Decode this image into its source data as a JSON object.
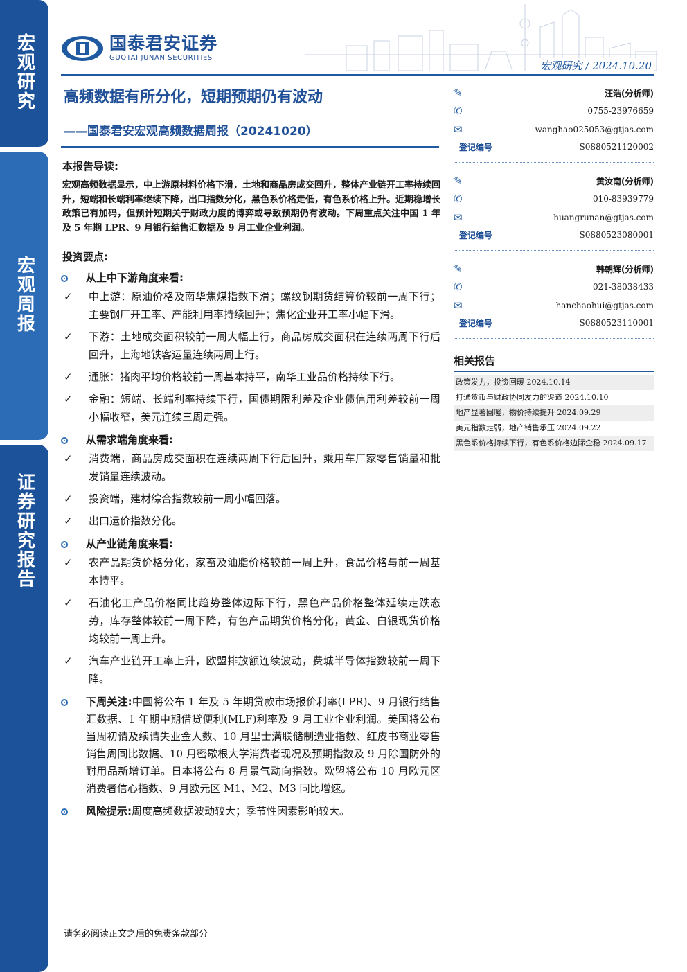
{
  "sidebar": {
    "tab1": "宏观研究",
    "tab2": "宏观周报",
    "tab3": "证券研究报告"
  },
  "header": {
    "logo_cn": "国泰君安证券",
    "logo_en": "GUOTAI JUNAN SECURITIES",
    "category": "宏观研究",
    "date": "2024.10.20",
    "tag": "宏观研究 / 2024.10.20"
  },
  "report": {
    "title": "高频数据有所分化，短期预期仍有波动",
    "subtitle": "——国泰君安宏观高频数据周报（20241020）"
  },
  "intro": {
    "heading": "本报告导读:",
    "text": "宏观高频数据显示，中上游原材料价格下滑，土地和商品房成交回升，整体产业链开工率持续回升，短端和长端利率继续下降，出口指数分化，黑色系价格走低，有色系价格上升。近期稳增长政策已有加码，但预计短期关于财政力度的博弈或导致预期仍有波动。下周重点关注中国 1 年及 5 年期 LPR、9 月银行结售汇数据及 9 月工业企业利润。"
  },
  "keypoints": {
    "heading": "投资要点:",
    "sections": [
      {
        "title": "从上中下游角度来看:",
        "items": [
          "中上游：原油价格及南华焦煤指数下滑；螺纹钢期货结算价较前一周下行；主要钢厂开工率、产能利用率持续回升；焦化企业开工率小幅下滑。",
          "下游：土地成交面积较前一周大幅上行，商品房成交面积在连续两周下行后回升，上海地铁客运量连续两周上行。",
          "通胀：猪肉平均价格较前一周基本持平，南华工业品价格持续下行。",
          "金融：短端、长端利率持续下行，国债期限利差及企业债信用利差较前一周小幅收窄，美元连续三周走强。"
        ]
      },
      {
        "title": "从需求端角度来看:",
        "items": [
          "消费端，商品房成交面积在连续两周下行后回升，乘用车厂家零售销量和批发销量连续波动。",
          "投资端，建材综合指数较前一周小幅回落。",
          "出口运价指数分化。"
        ]
      },
      {
        "title": "从产业链角度来看:",
        "items": [
          "农产品期货价格分化，家畜及油脂价格较前一周上升，食品价格与前一周基本持平。",
          "石油化工产品价格同比趋势整体边际下行，黑色产品价格整体延续走跌态势，库存整体较前一周下降，有色产品期货价格分化，黄金、白银现货价格均较前一周上升。",
          "汽车产业链开工率上升，欧盟排放额连续波动，费城半导体指数较前一周下降。"
        ]
      }
    ],
    "next_week": {
      "title": "下周关注:",
      "text": "中国将公布 1 年及 5 年期贷款市场报价利率(LPR)、9 月银行结售汇数据、1 年期中期借贷便利(MLF)利率及 9 月工业企业利润。美国将公布当周初请及续请失业金人数、10 月里士满联储制造业指数、红皮书商业零售销售周同比数据、10 月密歇根大学消费者现况及预期指数及 9 月除国防外的耐用品新增订单。日本将公布 8 月景气动向指数。欧盟将公布 10 月欧元区消费者信心指数、9 月欧元区 M1、M2、M3 同比增速。"
    },
    "risk": {
      "title": "风险提示:",
      "text": "周度高频数据波动较大；季节性因素影响较大。"
    }
  },
  "analysts": [
    {
      "name": "汪浩(分析师)",
      "phone": "0755-23976659",
      "email": "wanghao025053@gtjas.com",
      "reg_label": "登记编号",
      "reg_no": "S0880521120002"
    },
    {
      "name": "黄汝南(分析师)",
      "phone": "010-83939779",
      "email": "huangrunan@gtjas.com",
      "reg_label": "登记编号",
      "reg_no": "S0880523080001"
    },
    {
      "name": "韩朝辉(分析师)",
      "phone": "021-38038433",
      "email": "hanchaohui@gtjas.com",
      "reg_label": "登记编号",
      "reg_no": "S0880523110001"
    }
  ],
  "related": {
    "heading": "相关报告",
    "items": [
      "政策发力，投资回暖 2024.10.14",
      "打通货币与财政协同发力的渠道 2024.10.10",
      "地产显著回暖，物价持续提升 2024.09.29",
      "美元指数走弱，地产销售承压 2024.09.22",
      "黑色系价格持续下行，有色系价格边际企稳 2024.09.17"
    ]
  },
  "footer": {
    "note": "请务必阅读正文之后的免责条款部分"
  },
  "colors": {
    "brand_blue": "#1f5aa0",
    "title_blue": "#1f4f97",
    "bullet_blue": "#2a6db5"
  },
  "icons": {
    "bullet": "ring-bullet-icon",
    "check": "checkmark-icon",
    "analyst": "pen-icon",
    "phone": "phone-icon",
    "email": "envelope-icon"
  }
}
